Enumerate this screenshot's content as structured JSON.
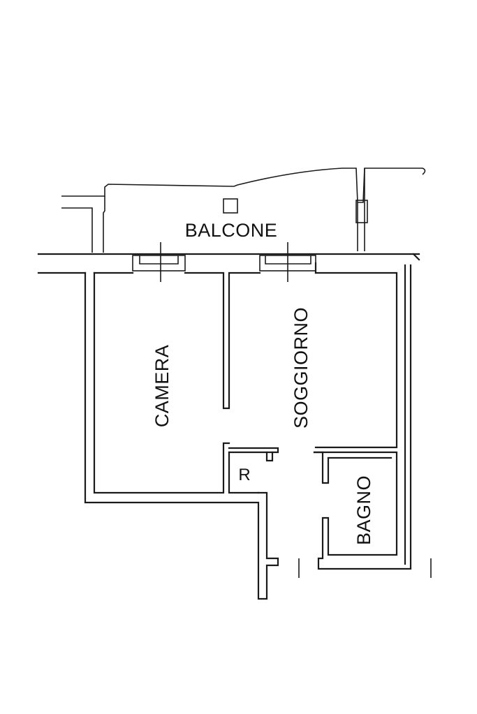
{
  "rooms": {
    "balcone": "BALCONE",
    "camera": "CAMERA",
    "soggiorno": "SOGGIORNO",
    "ripostiglio": "R",
    "bagno": "BAGNO"
  },
  "colors": {
    "background": "#ffffff",
    "wall": "#1a1a1a"
  }
}
